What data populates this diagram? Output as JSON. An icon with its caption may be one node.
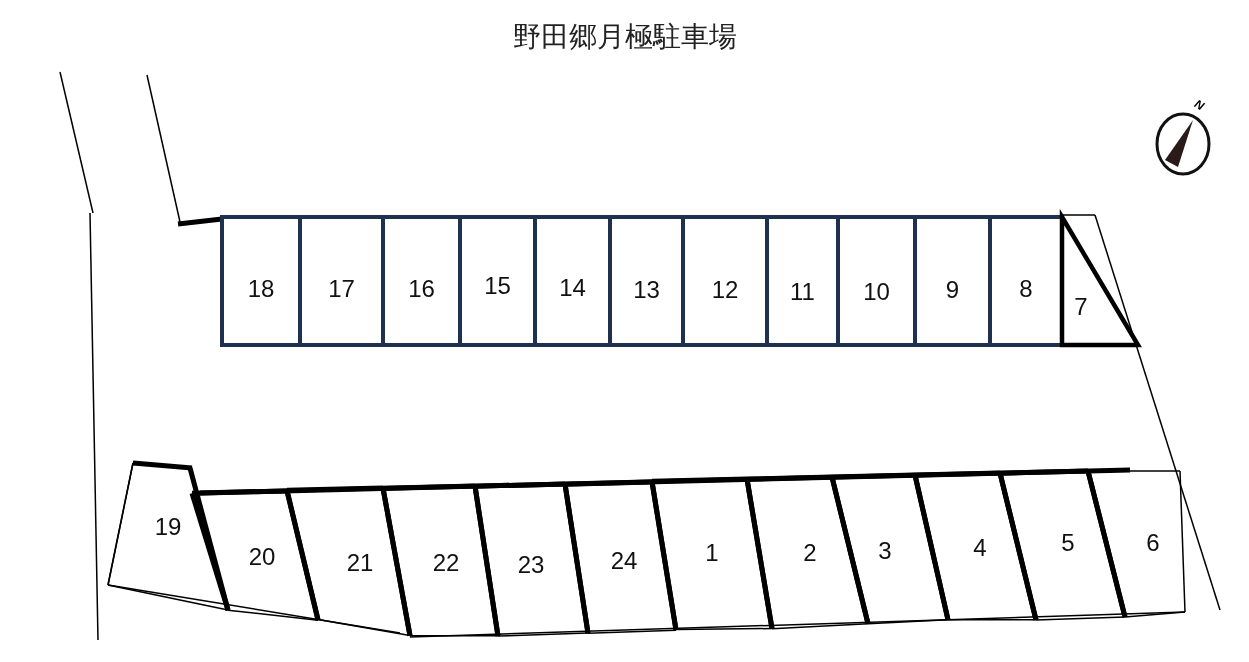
{
  "diagram": {
    "title": "野田郷月極駐車場",
    "nodes": [
      {
        "text": [
          "18"
        ]
      },
      {
        "text": [
          "17"
        ]
      },
      {
        "text": [
          "16"
        ]
      },
      {
        "text": [
          "15"
        ]
      },
      {
        "text": [
          "14"
        ]
      },
      {
        "text": [
          "13"
        ]
      },
      {
        "text": [
          "12"
        ]
      },
      {
        "text": [
          "11"
        ]
      },
      {
        "text": [
          "10"
        ]
      },
      {
        "text": [
          "9"
        ]
      },
      {
        "text": [
          "8"
        ]
      },
      {
        "text": [
          "7"
        ]
      },
      {
        "text": [
          "19"
        ]
      },
      {
        "text": [
          "20"
        ]
      },
      {
        "text": [
          "21"
        ]
      },
      {
        "text": [
          "22"
        ]
      },
      {
        "text": [
          "23"
        ]
      },
      {
        "text": [
          "24"
        ]
      },
      {
        "text": [
          "1"
        ]
      },
      {
        "text": [
          "2"
        ]
      },
      {
        "text": [
          "3"
        ]
      },
      {
        "text": [
          "4"
        ]
      },
      {
        "text": [
          "5"
        ]
      },
      {
        "text": [
          "6"
        ]
      }
    ],
    "labels": [
      "N"
    ]
  }
}
